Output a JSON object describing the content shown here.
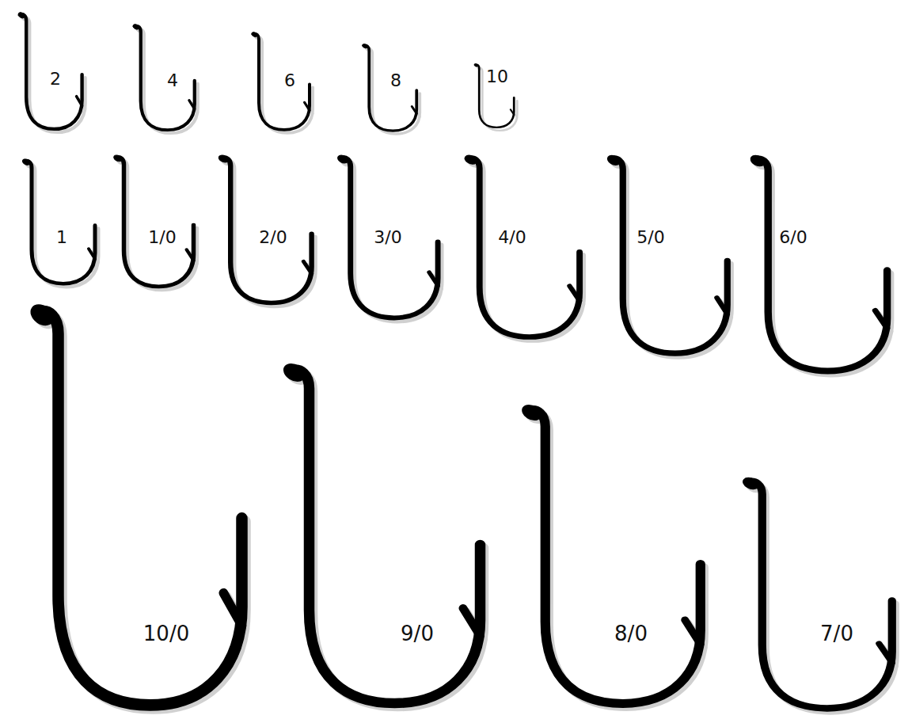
{
  "diagram": {
    "labels": [
      "2",
      "4",
      "6",
      "8",
      "10",
      "1",
      "1/0",
      "2/0",
      "3/0",
      "4/0",
      "5/0",
      "6/0",
      "10/0",
      "9/0",
      "8/0",
      "7/0"
    ]
  }
}
